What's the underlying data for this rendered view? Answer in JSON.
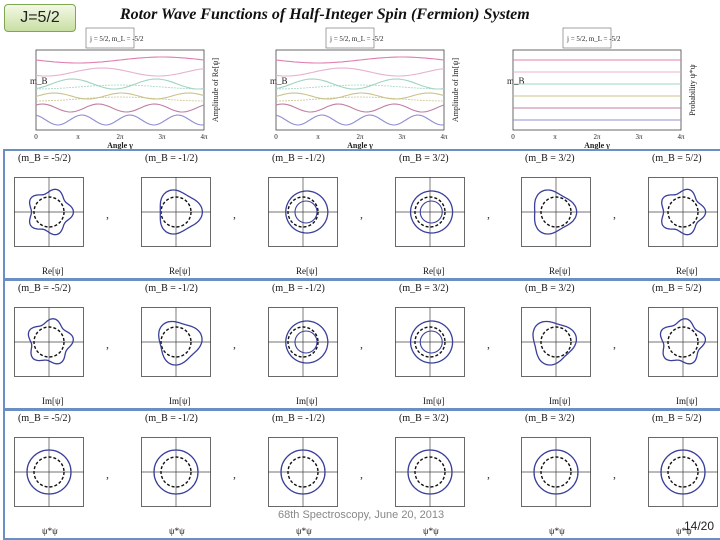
{
  "badge": "J=5/2",
  "title": "Rotor Wave Functions of Half-Integer Spin (Fermion) System",
  "top_plots": [
    {
      "legend": "j = 5/2, m_L = -5/2",
      "ylabel": "Amplitude of Re[ψ]",
      "xlabel": "Angle γ",
      "left_axis": "m_B",
      "x_ticks": [
        "0",
        "π",
        "2π",
        "3π",
        "4π"
      ]
    },
    {
      "legend": "j = 5/2, m_L = -5/2",
      "ylabel": "Amplitude of Im[ψ]",
      "xlabel": "Angle γ",
      "left_axis": "m_B",
      "x_ticks": [
        "0",
        "π",
        "2π",
        "3π",
        "4π"
      ]
    },
    {
      "legend": "j = 5/2, m_L = -5/2",
      "ylabel": "Probability ψ*ψ",
      "xlabel": "Angle γ",
      "left_axis": "m_B",
      "x_ticks": [
        "0",
        "π",
        "2π",
        "3π",
        "4π"
      ]
    }
  ],
  "mB_labels": [
    "m_B = -5/2",
    "m_B = -1/2",
    "m_B = -1/2",
    "m_B = 3/2",
    "m_B = 3/2",
    "m_B = 5/2"
  ],
  "rows": [
    {
      "xlabel": "Re[ψ]"
    },
    {
      "xlabel": "Im[ψ]"
    },
    {
      "xlabel": "ψ*ψ"
    }
  ],
  "footer": "68th Spectroscopy, June 20, 2013",
  "page": "14/20",
  "colors": {
    "panel_border": "#6a8fc4",
    "curve": "#3a3f9a",
    "badge_border": "#7fa74f"
  }
}
